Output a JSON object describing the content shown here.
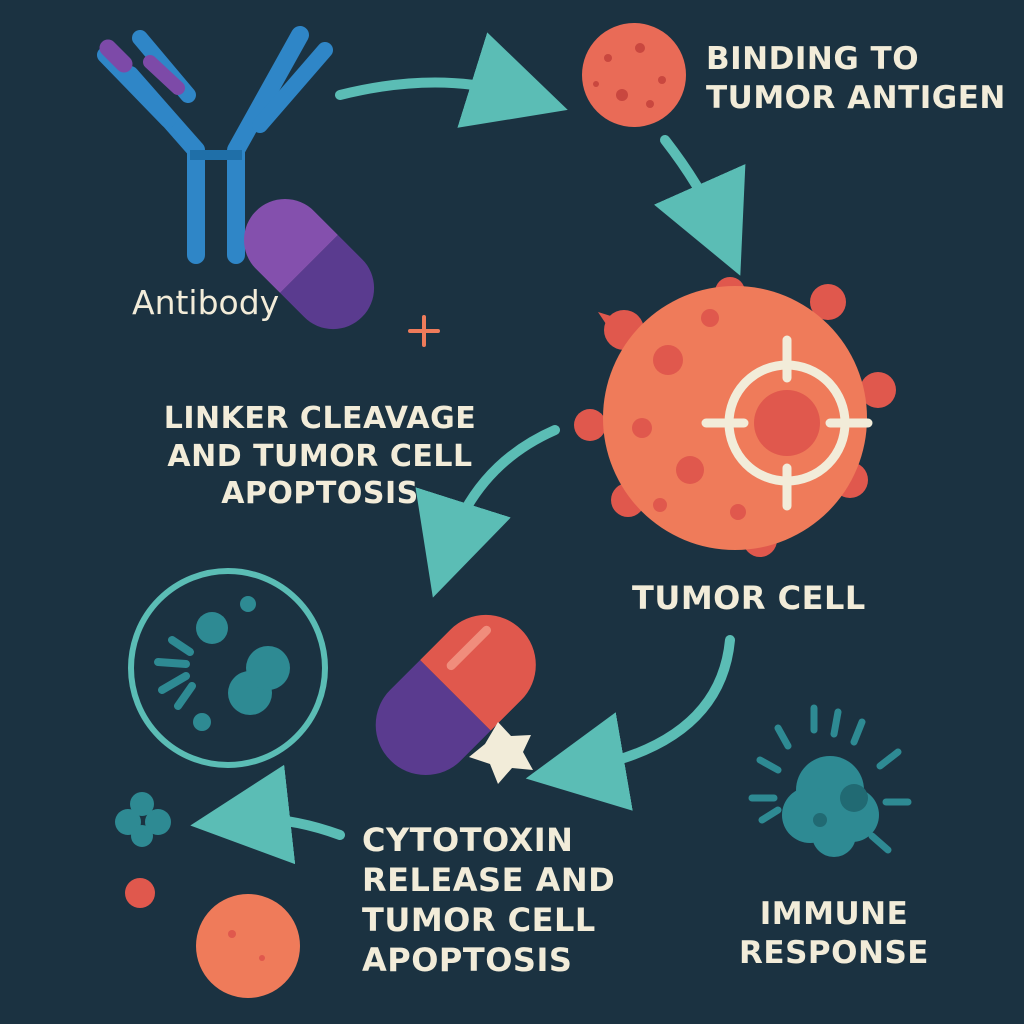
{
  "labels": {
    "antibody": "Antibody",
    "binding": "BINDING TO\nTUMOR ANTIGEN",
    "linker": "LINKER CLEAVAGE\nAND TUMOR CELL\nAPOPTOSIS",
    "tumor_cell": "TUMOR CELL",
    "cytotoxin": "CYTOTOXIN\nRELEASE AND\nTUMOR CELL\nAPOPTOSIS",
    "immune": "IMMUNE\nRESPONSE"
  },
  "colors": {
    "background": "#1b3241",
    "antibody_blue": "#2f86c7",
    "drug_purple": "#7d4aa8",
    "drug_purple_dark": "#5a3b8f",
    "tumor_orange": "#ef7b5a",
    "tumor_red": "#e0584d",
    "arrow_teal": "#5bbdb5",
    "cell_teal": "#2e8a93",
    "label_cream": "#f2ecd9"
  },
  "icons": [
    "antibody-icon",
    "adc-capsule-icon",
    "small-tumor-cell-icon",
    "tumor-cell-icon",
    "target-crosshair-icon",
    "apoptotic-cell-icon",
    "broken-capsule-icon",
    "cytotoxin-star-icon",
    "immune-cell-icon",
    "debris-icon"
  ]
}
